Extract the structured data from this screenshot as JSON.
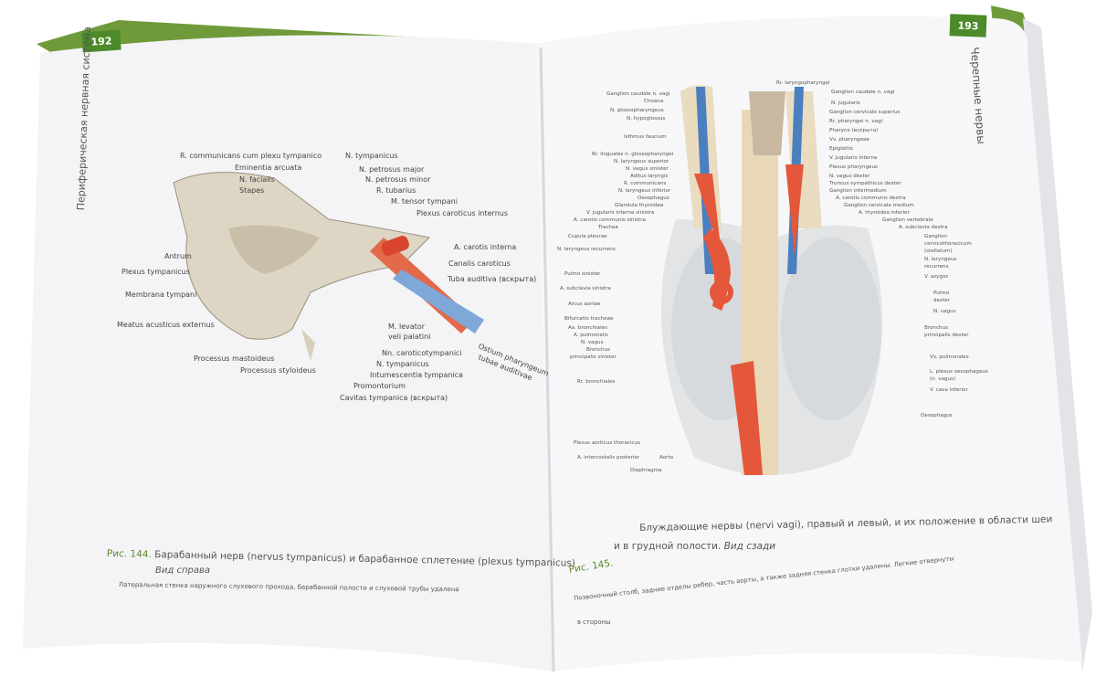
{
  "left_page": {
    "page_number": "192",
    "running_head": "Периферическая нервная система",
    "figure_labels": [
      "R. communicans cum plexu tympanico",
      "Eminentia arcuata",
      "N. facialis",
      "Stapes",
      "N. tympanicus",
      "N. petrosus major",
      "N. petrosus minor",
      "R. tubarius",
      "M. tensor tympani",
      "Plexus caroticus internus",
      "A. carotis interna",
      "Canalis caroticus",
      "Tuba auditiva (вскрыта)",
      "Antrum",
      "Plexus tympanicus",
      "Membrana tympani",
      "Meatus acusticus externus",
      "M. levator",
      "veli palatini",
      "Ostium pharyngeum",
      "tubae auditivae",
      "Processus mastoideus",
      "Processus styloideus",
      "Nn. caroticotympanici",
      "N. tympanicus",
      "Intumescentia tympanica",
      "Promontorium",
      "Cavitas tympanica (вскрыта)"
    ],
    "caption": {
      "fig_no": "Рис. 144.",
      "title": "Барабанный нерв (nervus tympanicus) и барабанное сплетение (plexus tympanicus)",
      "view": "Вид справа",
      "note": "Латеральная стенка наружного слухового прохода, барабанной полости и слуховой трубы удалена"
    }
  },
  "right_page": {
    "page_number": "193",
    "running_head": "Черепные нервы",
    "left_labels": [
      "Ganglion caudale n. vagi",
      "Choana",
      "N. glossopharyngeus",
      "N. hypoglossus",
      "Isthmus faucium",
      "Rr. linguales n. glossopharyngei",
      "N. laryngeus superior",
      "N. vagus sinister",
      "Aditus laryngis",
      "R. communicans",
      "N. laryngeus inferior",
      "Oesophagus",
      "Glandula thyroidea",
      "V. jugularis interna sinistra",
      "A. carotis communis sinistra",
      "Trachea",
      "Cupula pleurae",
      "N. laryngeus recurrens",
      "Pulmo sinister",
      "A. subclavia sinistra",
      "Arcus aortae",
      "Bifurcatio tracheae",
      "Aa. bronchiales",
      "A. pulmonalis",
      "N. vagus",
      "Bronchus",
      "principalis sinister",
      "Rr. bronchiales",
      "Plexus aorticus thoracicus",
      "A. intercostalis posterior",
      "Aorta",
      "Diaphragma"
    ],
    "right_labels": [
      "Rr. laryngopharyngei",
      "Ganglion caudale n. vagi",
      "N. jugularis",
      "Ganglion cervicale superius",
      "Rr. pharyngei n. vagi",
      "Pharynx (вскрыта)",
      "Vv. pharyngeae",
      "Epiglottis",
      "V. jugularis interna",
      "Plexus pharyngeus",
      "N. vagus dexter",
      "Truncus sympathicus dexter",
      "Ganglion intermedium",
      "A. carotis communis dextra",
      "Ganglion cervicale medium",
      "A. thyroidea inferior",
      "Ganglion vertebrale",
      "A. subclavia dextra",
      "Ganglion",
      "cervicothoracicum",
      "(stellatum)",
      "N. laryngeus",
      "recurrens",
      "V. azygos",
      "Pulmo",
      "dexter",
      "N. vagus",
      "Bronchus",
      "principalis dexter",
      "Vv. pulmonales",
      "L. plexus oesophageus",
      "(n. vagus)",
      "V. cava inferior",
      "Oesophagus"
    ],
    "caption": {
      "fig_no": "Рис. 145.",
      "title_line1": "Блуждающие нервы (nervi vagi), правый и левый, и их положение в области шеи",
      "title_line2": "и в грудной полости.",
      "view": "Вид сзади",
      "note_line1": "Позвоночный столб, задние отделы ребер, часть аорты,  а также задняя стенка глотки удалены. Легкие отвернуты",
      "note_line2": "в стороны"
    }
  },
  "colors": {
    "tab_green": "#4c8a2a",
    "artery": "#e4573a",
    "vein": "#4a7fc0",
    "page": "#f6f6f8"
  }
}
